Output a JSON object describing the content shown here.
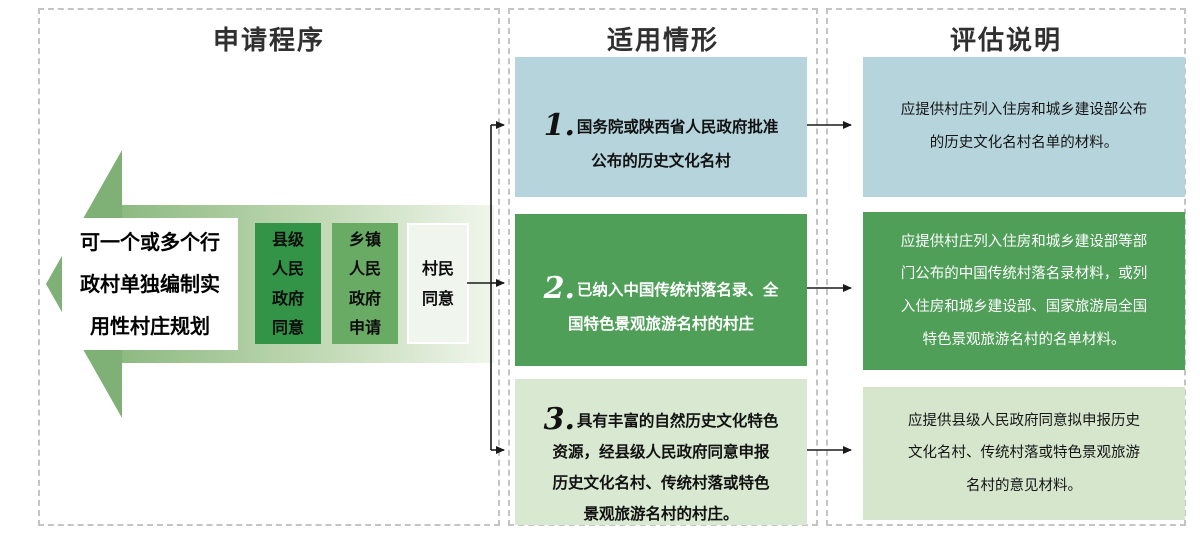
{
  "colors": {
    "light_blue": "#b5d4dc",
    "green": "#4f9f59",
    "light_green": "#d5e6cd",
    "dark_green_step": "#339448",
    "mid_green_step": "#69aa64",
    "pale_green_step": "#f0f6ee",
    "arrow_green": "#7fb076",
    "line": "#1a1a1a"
  },
  "procedure": {
    "title": "申请程序",
    "main_box": "可一个或多个行\n政村单独编制实\n用性村庄规划",
    "steps": [
      {
        "label": "县级\n人民\n政府\n同意"
      },
      {
        "label": "乡镇\n人民\n政府\n申请"
      },
      {
        "label": "村民\n同意"
      }
    ]
  },
  "situations": {
    "title": "适用情形",
    "items": [
      {
        "num": "1.",
        "text": "国务院或陕西省人民政府批准\n公布的历史文化名村"
      },
      {
        "num": "2.",
        "text": "已纳入中国传统村落名录、全\n国特色景观旅游名村的村庄"
      },
      {
        "num": "3.",
        "text": "具有丰富的自然历史文化特色\n资源，经县级人民政府同意申报\n历史文化名村、传统村落或特色\n景观旅游名村的村庄。"
      }
    ]
  },
  "evaluation": {
    "title": "评估说明",
    "items": [
      {
        "text": "应提供村庄列入住房和城乡建设部公布\n的历史文化名村名单的材料。"
      },
      {
        "text": "应提供村庄列入住房和城乡建设部等部\n门公布的中国传统村落名录材料，或列\n入住房和城乡建设部、国家旅游局全国\n特色景观旅游名村的名单材料。"
      },
      {
        "text": "应提供县级人民政府同意拟申报历史\n文化名村、传统村落或特色景观旅游\n名村的意见材料。"
      }
    ]
  }
}
